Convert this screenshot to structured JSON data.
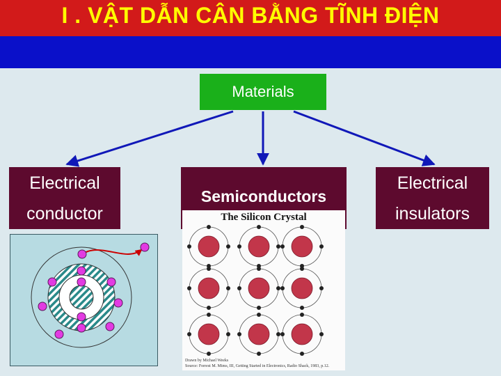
{
  "title": "I . VẬT DẪN CÂN BẰNG TĨNH ĐIỆN",
  "materials_label": "Materials",
  "conductor": {
    "line1": "Electrical",
    "line2": "conductor"
  },
  "semiconductor_label": "Semiconductors",
  "insulator": {
    "line1": "Electrical",
    "line2": "insulators"
  },
  "crystal": {
    "title": "The Silicon Crystal",
    "credit_line1": "Drawn by Michael Weeks",
    "credit_line2": "Source: Forrest M. Mims, III, Getting Started in Electronics, Radio Shack, 1983, p.12."
  },
  "colors": {
    "title_bar": "#d21a1a",
    "title_text": "#ffff00",
    "band": "#0a10c9",
    "materials_box": "#1ab01a",
    "category_box": "#5d0a2e",
    "electron": "#e23be2"
  }
}
